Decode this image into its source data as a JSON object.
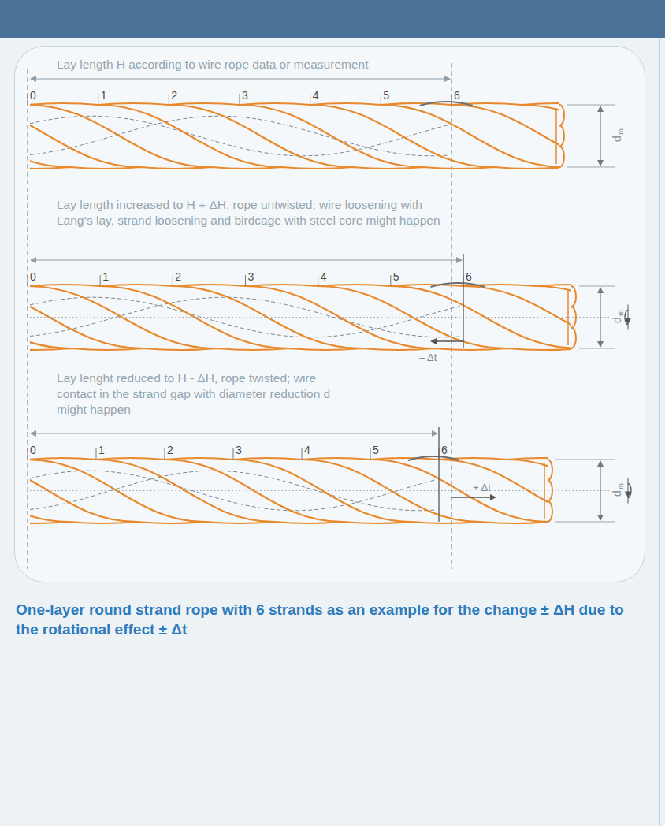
{
  "diagram": {
    "caption": "One-layer round strand rope with 6 strands as an example for the change ± ΔH due to the rotational effect ± Δt",
    "labels": [
      "Lay length H according to wire rope data or measurement",
      "0",
      "1",
      "2",
      "3",
      "4",
      "5",
      "6",
      "d",
      "m",
      "Lay length increased to H + ΔH, rope untwisted; wire loosening with Lang‘s lay, strand loosening and birdcage with steel core might happen",
      "0",
      "1",
      "2",
      "3",
      "4",
      "5",
      "6",
      "– Δt",
      "d",
      "m",
      "Lay lenght reduced to H - ΔH, rope twisted; wire contact in the strand gap with diameter reduction d might happen",
      "0",
      "1",
      "2",
      "3",
      "4",
      "5",
      "6",
      "+ Δt",
      "d",
      "m"
    ]
  }
}
